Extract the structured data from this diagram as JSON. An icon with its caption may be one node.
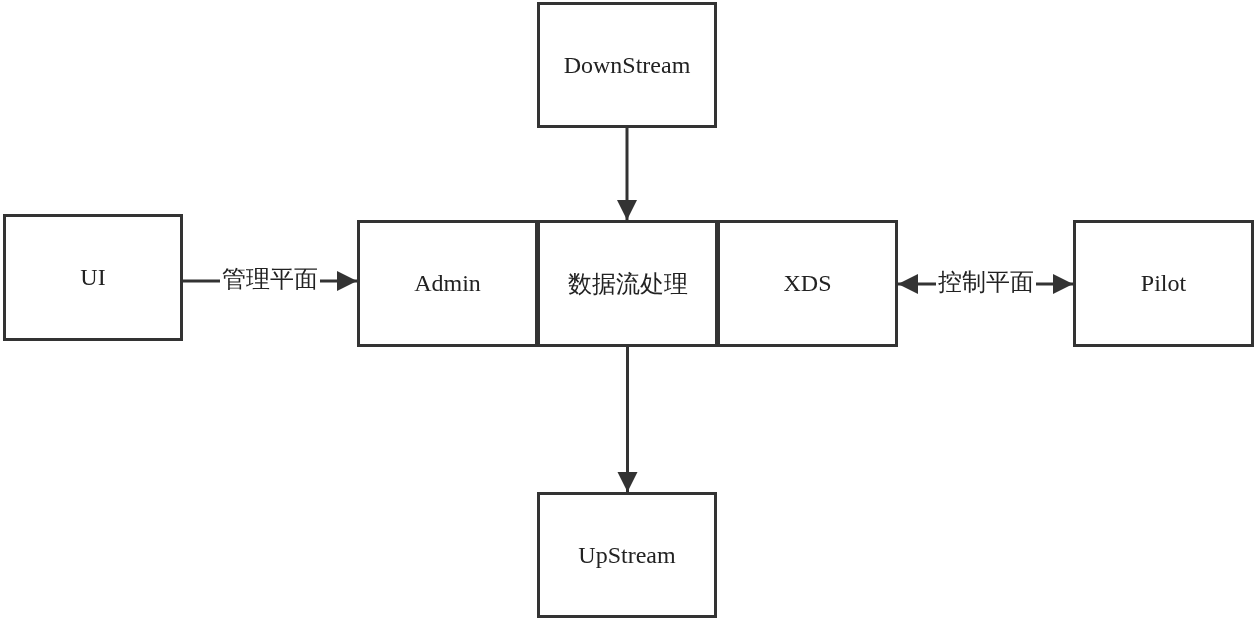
{
  "diagram": {
    "nodes": [
      {
        "text": [
          "DownStream"
        ]
      },
      {
        "text": [
          "UI"
        ]
      },
      {
        "text": [
          "Admin"
        ]
      },
      {
        "text": [
          "数据流处理"
        ]
      },
      {
        "text": [
          "XDS"
        ]
      },
      {
        "text": [
          "Pilot"
        ]
      },
      {
        "text": [
          "UpStream"
        ]
      }
    ],
    "edges": [
      {
        "from": 0,
        "to": 3,
        "arrow": "to"
      },
      {
        "from": 1,
        "to": 2,
        "arrow": "to",
        "label": "管理平面"
      },
      {
        "from": 4,
        "to": 5,
        "arrow": "both",
        "label": "控制平面"
      },
      {
        "from": 3,
        "to": 6,
        "arrow": "to"
      }
    ]
  }
}
